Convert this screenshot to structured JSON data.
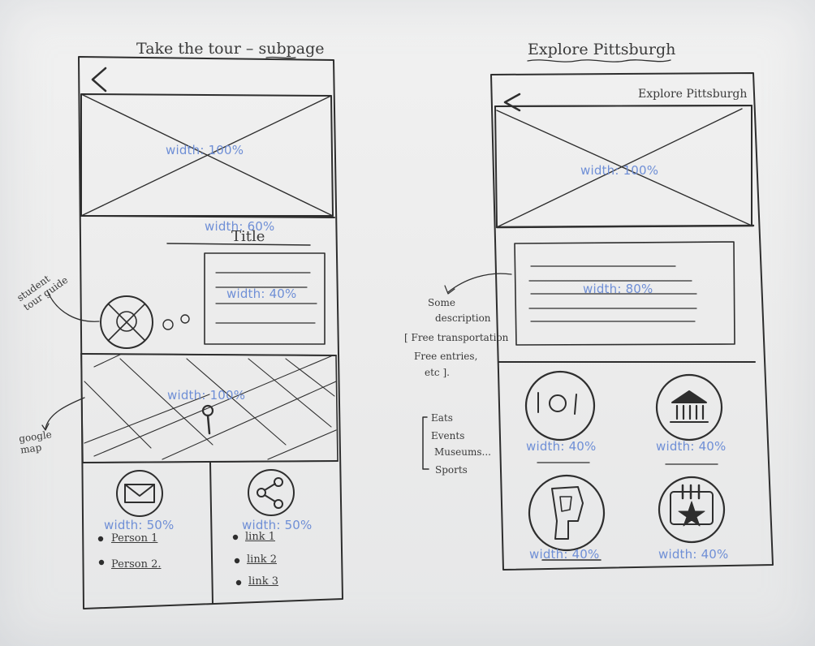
{
  "left_screen": {
    "heading": "Take the tour – subpage",
    "back_icon": "chevron-left-icon",
    "hero_width": "width: 100%",
    "title": "Title",
    "title_width": "width: 60%",
    "text_box_width": "width: 40%",
    "guide_label": "student tour guide",
    "map_width": "width: 100%",
    "map_label": "google map",
    "contact_width": "width: 50%",
    "share_width": "width: 50%",
    "people": [
      "Person 1",
      "Person 2."
    ],
    "links": [
      "link 1",
      "link 2",
      "link 3"
    ]
  },
  "right_screen": {
    "heading": "Explore Pittsburgh",
    "header_title": "Explore Pittsburgh",
    "back_icon": "chevron-left-icon",
    "hero_width": "width: 100%",
    "description_width": "width: 80%",
    "description_note": [
      "Some",
      "description",
      "[ Free transportation",
      "Free entries,",
      "etc ]."
    ],
    "categories_note": [
      "Eats",
      "Events",
      "Museums...",
      "Sports"
    ],
    "category_widths": [
      "width: 40%",
      "width: 40%",
      "width: 40%",
      "width: 40%"
    ],
    "category_icons": [
      "eats-icon",
      "museum-icon",
      "pirates-icon",
      "events-icon"
    ]
  },
  "colors": {
    "annotation": "#6f8fd6",
    "pencil": "#2e2e2e",
    "paper": "#ececec"
  }
}
